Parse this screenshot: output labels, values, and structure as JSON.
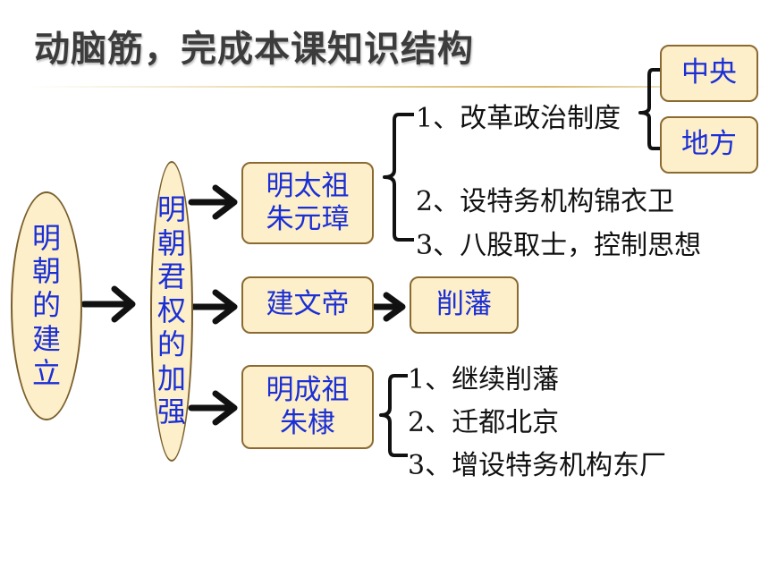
{
  "title": "动脑筋，完成本课知识结构",
  "root": {
    "label": "明朝的建立"
  },
  "middle": {
    "label": "明朝君权的加强"
  },
  "emperors": [
    {
      "label": "明太祖朱元璋"
    },
    {
      "label": "建文帝"
    },
    {
      "label": "明成祖朱棣"
    }
  ],
  "zhu_yuanzhang_items": [
    "1、改革政治制度",
    "2、设特务机构锦衣卫",
    "3、八股取士，控制思想"
  ],
  "reform_branches": [
    "中央",
    "地方"
  ],
  "jianwen_result": "削藩",
  "zhu_di_items": [
    "1、继续削藩",
    "2、迁都北京",
    "3、增设特务机构东厂"
  ],
  "colors": {
    "node_fill": "#fdefc9",
    "node_border": "#8b6a32",
    "node_text": "#1a2fd6",
    "arrow": "#111111"
  }
}
